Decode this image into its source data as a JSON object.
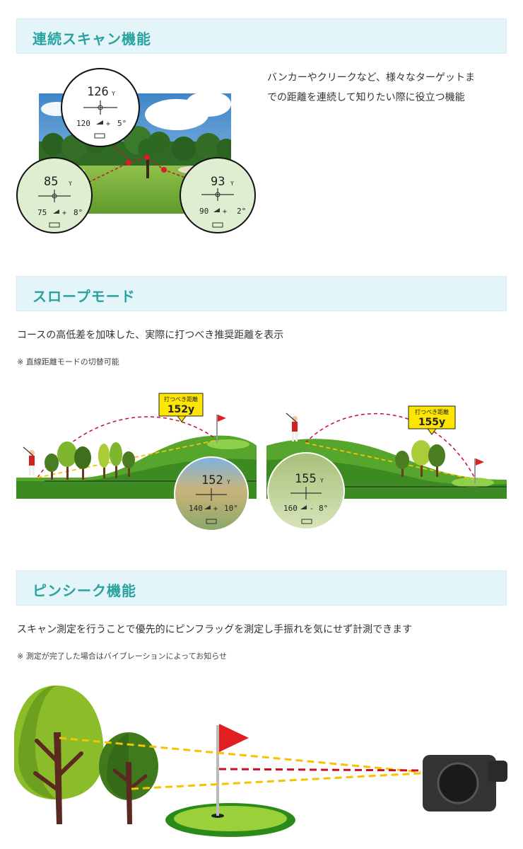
{
  "sections": {
    "scan": {
      "title": "連続スキャン機能",
      "desc_line1": "バンカーやクリークなど、様々なターゲットま",
      "desc_line2": "での距離を連続して知りたい際に役立つ機能",
      "scope_top": {
        "distance": "126",
        "unit": "Y",
        "sub_left": "120",
        "sub_right": "5°"
      },
      "scope_left": {
        "distance": "85",
        "unit": "Y",
        "sub_left": "75",
        "sub_right": "8°"
      },
      "scope_right": {
        "distance": "93",
        "unit": "Y",
        "sub_left": "90",
        "sub_right": "2°"
      }
    },
    "slope": {
      "title": "スロープモード",
      "desc": "コースの高低差を加味した、実際に打つべき推奨距離を表示",
      "note": "※ 直線距離モードの切替可能",
      "left": {
        "callout_label": "打つべき距離",
        "callout_value": "152y",
        "distance": "152",
        "sub_left": "140",
        "sub_right": "10°"
      },
      "right": {
        "callout_label": "打つべき距離",
        "callout_value": "155y",
        "distance": "155",
        "sub_left": "160",
        "sub_right": "8°"
      }
    },
    "pinseek": {
      "title": "ピンシーク機能",
      "desc": "スキャン測定を行うことで優先的にピンフラッグを測定し手振れを気にせず計測できます",
      "note": "※ 測定が完了した場合はバイブレーションによってお知らせ"
    }
  },
  "colors": {
    "accent": "#2aa3a0",
    "header_bg": "#e3f5f8",
    "grass": "#4f9a2a",
    "callout": "#ffe600",
    "flag": "#e02020",
    "dash_red": "#c8102e",
    "dash_yellow": "#f5c400"
  }
}
